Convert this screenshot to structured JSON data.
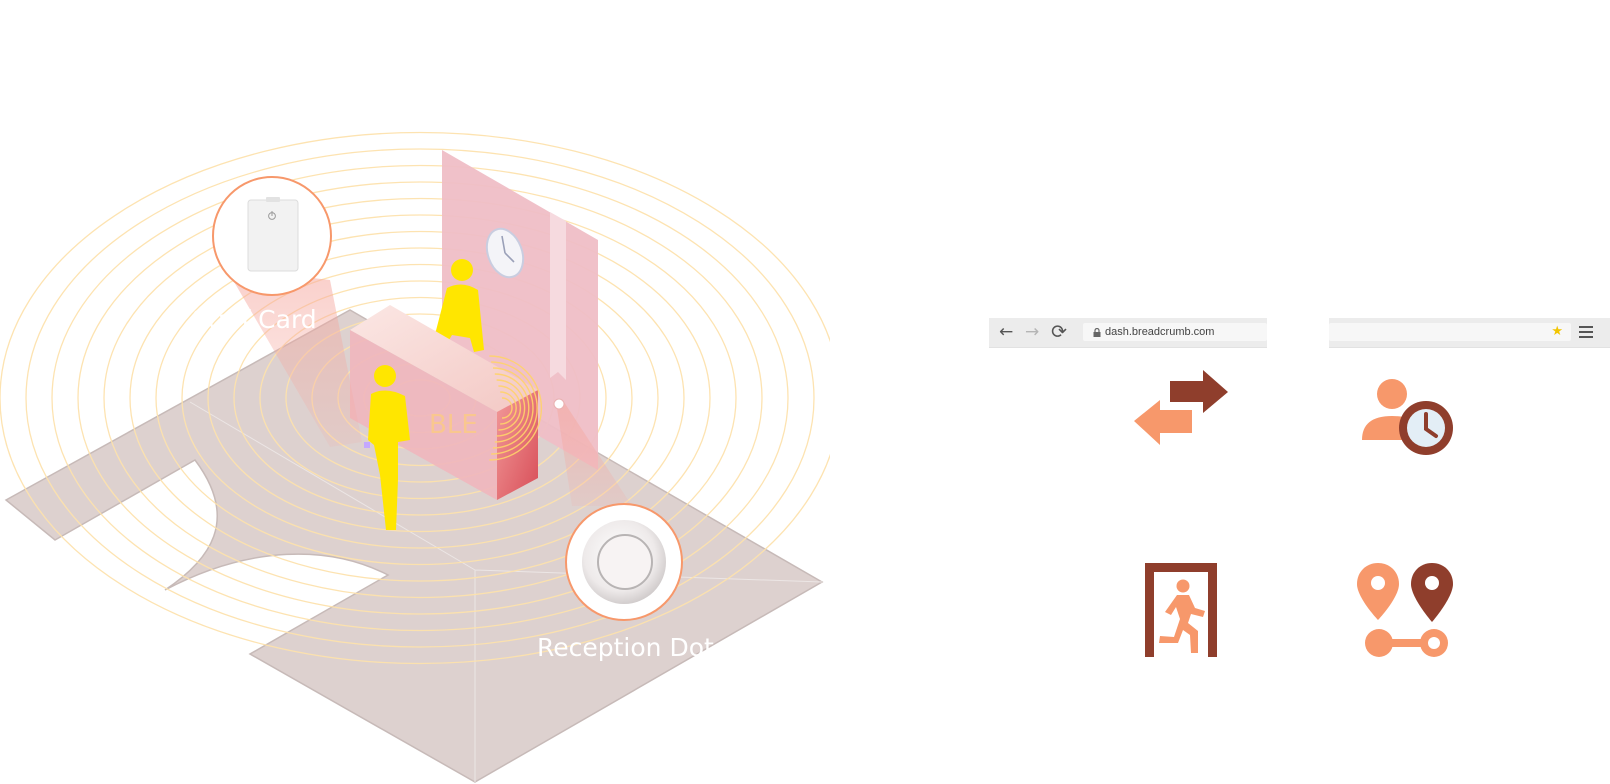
{
  "illustration": {
    "labels": {
      "staff_card": "Staff Card",
      "reception_dot": "Reception Dot",
      "ble": "BLE"
    }
  },
  "browser": {
    "url": "dash.breadcrumb.com",
    "icons": [
      "back-arrow-icon",
      "forward-arrow-icon",
      "reload-icon",
      "lock-icon",
      "star-icon",
      "menu-icon"
    ]
  },
  "feature_icons": [
    "exchange-arrows-icon",
    "user-clock-icon",
    "exit-door-icon",
    "route-pins-icon"
  ],
  "colors": {
    "accent_light": "#f7986b",
    "accent_dark": "#8f3e2c",
    "wall": "#efbec6",
    "floor": "#ddd1cf",
    "figure": "#ffe600",
    "rings": "#fde6b6"
  }
}
